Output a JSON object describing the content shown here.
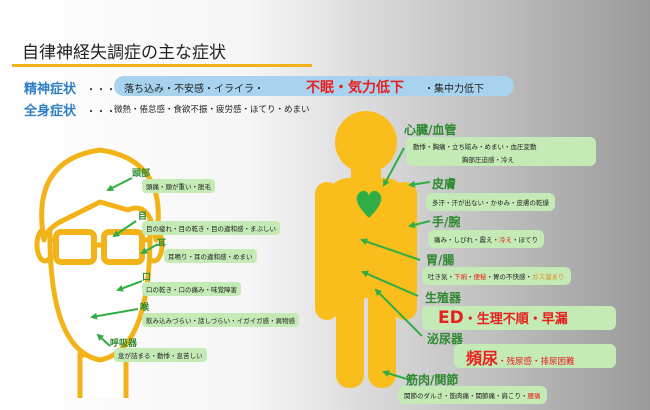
{
  "title": "自律神経失調症の主な症状",
  "mental": {
    "label": "精神症状",
    "dots": "・・・",
    "text_a": "落ち込み・不安感・イライラ・",
    "highlight": "不眠・気力低下",
    "text_b": "・集中力低下"
  },
  "physical": {
    "label": "全身症状",
    "dots": "・・・",
    "text": "微熱・倦怠感・食欲不振・疲労感・ほてり・めまい"
  },
  "head_parts": {
    "head": {
      "label": "頭部",
      "text": "頭痛・頭が重い・脱毛"
    },
    "eye": {
      "label": "目",
      "text": "目の疲れ・目の乾き・目の違和感・まぶしい"
    },
    "ear": {
      "label": "耳",
      "text": "耳鳴り・耳の違和感・めまい"
    },
    "mouth": {
      "label": "口",
      "text": "口の乾き・口の痛み・味覚障害"
    },
    "throat": {
      "label": "喉",
      "text": "飲み込みづらい・話しづらい・イガイガ感・異物感"
    },
    "resp": {
      "label": "呼吸器",
      "text": "息が詰まる・動悸・息苦しい"
    }
  },
  "body_parts": {
    "heart": {
      "label": "心臓/血管",
      "line1": "動悸・胸痛・立ち眩み・めまい・血圧変動",
      "line2": "胸部圧迫感・冷え"
    },
    "skin": {
      "label": "皮膚",
      "text": "多汗・汗が出ない・かゆみ・皮膚の乾燥"
    },
    "hand": {
      "label": "手/腕",
      "text_a": "痛み・しびれ・震え・",
      "red": "冷え",
      "text_b": "・ほてり"
    },
    "gut": {
      "label": "胃/腸",
      "text_a": "吐き気・",
      "red1": "下痢",
      "sep1": "・",
      "red2": "便秘",
      "text_b": "・胃の不快感・",
      "orange": "ガス溜まり"
    },
    "repro": {
      "label": "生殖器",
      "ed": "ED",
      "rest": "・生理不順・早漏"
    },
    "urinary": {
      "label": "泌尿器",
      "big": "頻尿",
      "small": "・残尿感・排尿困難"
    },
    "muscle": {
      "label": "筋肉/関節",
      "text_a": "関節のダルさ・筋肉痛・関節痛・肩こり・",
      "red": "腰痛"
    }
  },
  "colors": {
    "body": "#f9bd1c",
    "heart": "#2fae45",
    "arrow": "#2fae45",
    "pill": "#a7d3ef",
    "green_box": "#c4eab6",
    "accent_red": "#e8201f",
    "label_blue": "#2f7fc4"
  }
}
